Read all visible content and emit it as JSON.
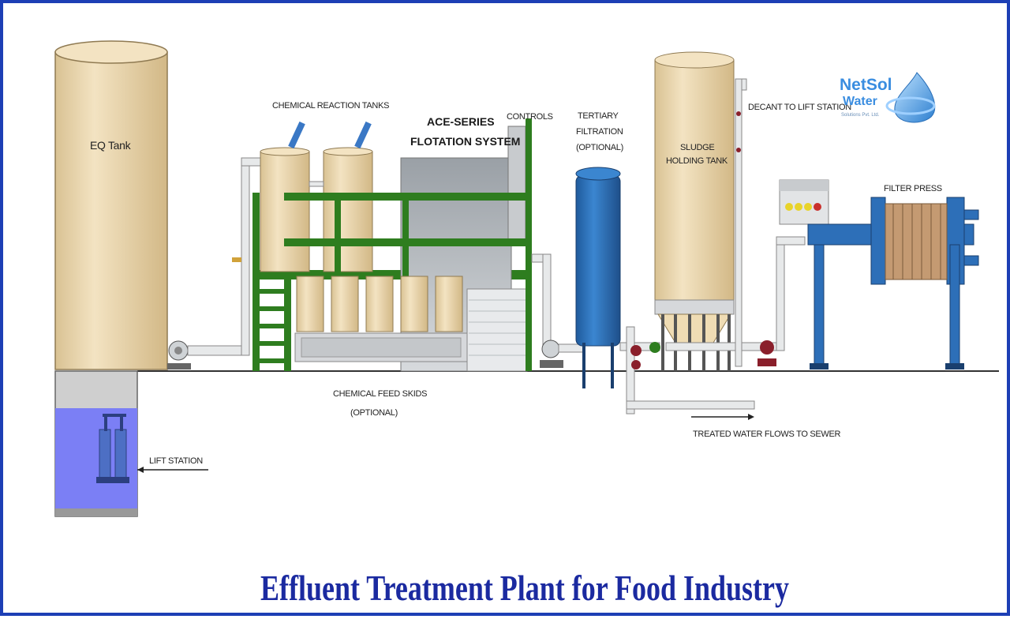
{
  "title": "Effluent Treatment Plant for Food Industry",
  "logo": {
    "line1": "NetSol",
    "line2": "Water",
    "line3": "Solutions Pvt. Ltd."
  },
  "labels": {
    "eq_tank": "EQ Tank",
    "chemical_reaction_tanks": "CHEMICAL REACTION TANKS",
    "ace_series_1": "ACE-SERIES",
    "ace_series_2": "FLOTATION SYSTEM",
    "controls": "CONTROLS",
    "tertiary_1": "TERTIARY",
    "tertiary_2": "FILTRATION",
    "tertiary_3": "(OPTIONAL)",
    "sludge_1": "SLUDGE",
    "sludge_2": "HOLDING TANK",
    "decant": "DECANT TO LIFT STATION",
    "filter_press": "FILTER PRESS",
    "chemical_feed_1": "CHEMICAL FEED SKIDS",
    "chemical_feed_2": "(OPTIONAL)",
    "lift_station": "LIFT STATION",
    "treated_water": "TREATED WATER FLOWS TO SEWER"
  },
  "colors": {
    "tank": "#efdcb4",
    "steel_green": "#2e7d1f",
    "blue_equipment": "#2d6fb8",
    "water": "#7b7ff5",
    "title": "#1b2aa0",
    "border": "#1d3fb5"
  }
}
